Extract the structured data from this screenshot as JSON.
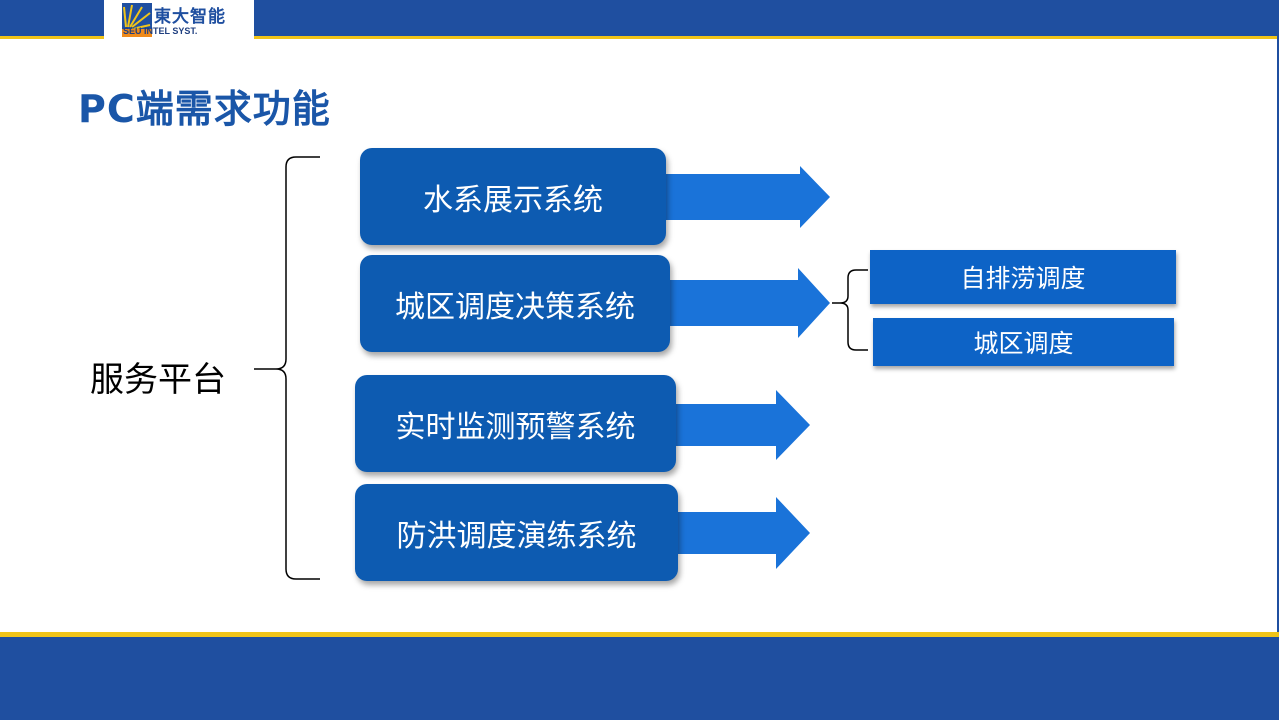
{
  "header": {
    "logo_cn": "東大智能",
    "logo_en": "SEU INTEL SYST."
  },
  "title": "PC端需求功能",
  "root": "服务平台",
  "systems": [
    {
      "label": "水系展示系统"
    },
    {
      "label": "城区调度决策系统"
    },
    {
      "label": "实时监测预警系统"
    },
    {
      "label": "防洪调度演练系统"
    }
  ],
  "sub_items": [
    {
      "label": "自排涝调度"
    },
    {
      "label": "城区调度"
    }
  ],
  "colors": {
    "brand_blue": "#1f4fa0",
    "accent_yellow": "#f0c419",
    "box_blue": "#0d5bb1",
    "arrow_blue": "#1a73d9"
  }
}
